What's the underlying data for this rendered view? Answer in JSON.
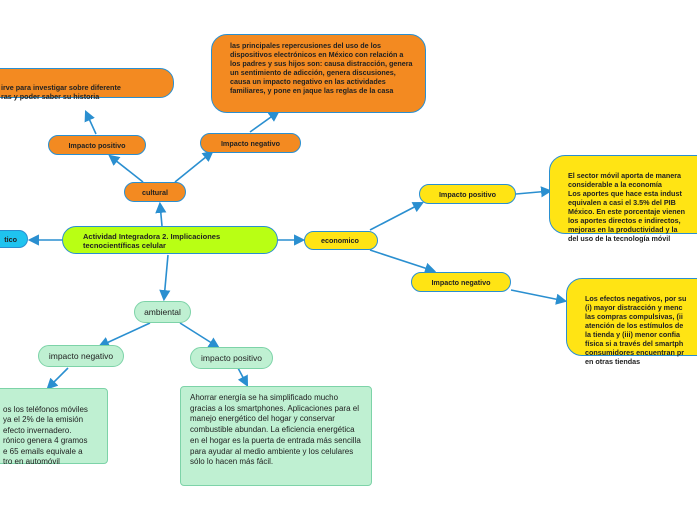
{
  "colors": {
    "edge": "#2a8fd0",
    "orange": "#f38a21",
    "yellow": "#ffe414",
    "green": "#b9ff14",
    "blue": "#1fc3ef",
    "mint": "#bff0d2"
  },
  "nodes": {
    "center": "Actividad Integradora 2. Implicaciones tecnocientíficas celular",
    "left_cut": "tico",
    "cultural": "cultural",
    "cultural_positive": "Impacto positivo",
    "cultural_positive_note": "irve para investigar sobre diferente\nras y poder saber su historia",
    "cultural_negative": "Impacto negativo",
    "cultural_negative_note": "las principales repercusiones del uso de los dispositivos electrónicos en México con relación a los padres y sus hijos son: causa distracción, genera un sentimiento de adicción, genera discusiones, causa un impacto negativo en las actividades familiares, y pone en jaque las reglas de la casa",
    "economic": "economico",
    "economic_positive": "Impacto positivo",
    "economic_positive_note": "El sector móvil aporta de manera\nconsiderable a la economía\nLos aportes que hace esta indust\nequivalen a casi el 3.5% del PIB\nMéxico. En este porcentaje vienen\nlos aportes directos e indirectos,\nmejoras en la productividad y la\ndel uso de la tecnología móvil",
    "economic_negative": "Impacto negativo",
    "economic_negative_note": "Los efectos negativos, por su\n(i) mayor distracción y menc\nlas compras compulsivas, (ii\natención de los estímulos de\nla tienda y (iii) menor confia\nfísica si a través del smartph\nconsumidores encuentran pr\nen otras tiendas",
    "environmental": "ambiental",
    "env_negative": "impacto negativo",
    "env_negative_note": "os los teléfonos móviles\nya el 2% de la emisión\nefecto invernadero.\nrónico genera 4 gramos\ne 65 emails equivale a\ntro en automóvil",
    "env_positive": "impacto positivo",
    "env_positive_note": "Ahorrar energía se ha simplificado mucho gracias a los smartphones. Aplicaciones para el manejo energético del hogar y conservar combustible abundan. La eficiencia energética en el hogar es la puerta de entrada más sencilla para ayudar al medio ambiente y los celulares sólo lo hacen más fácil."
  }
}
